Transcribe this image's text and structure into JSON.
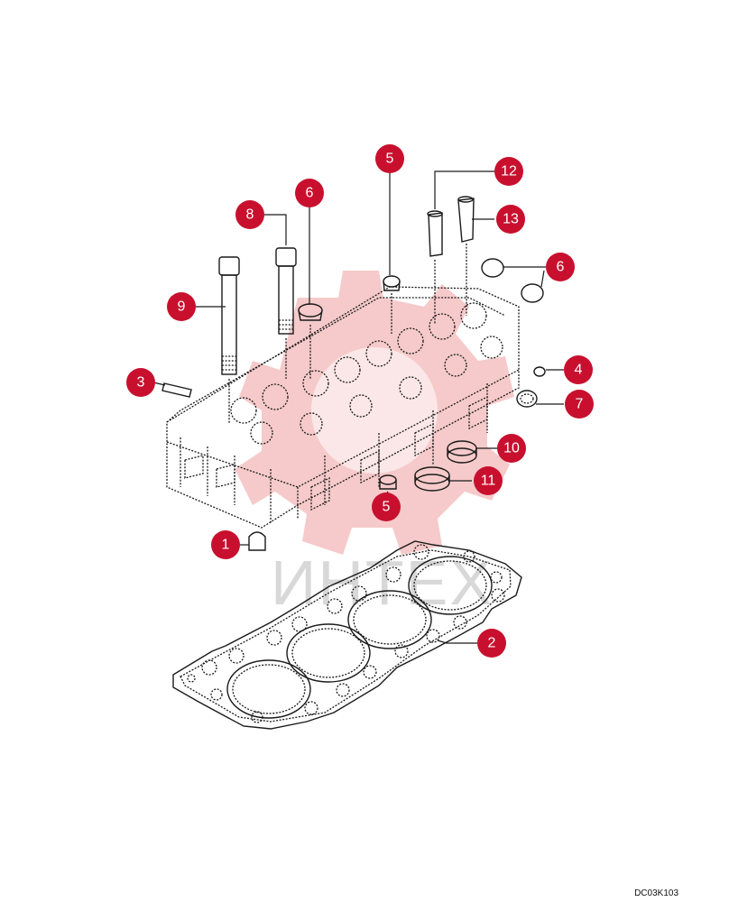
{
  "diagram_code": "DC03K103",
  "watermark_text": "ИНТЕХ",
  "colors": {
    "callout": "#c8102e",
    "callout_text": "#ffffff",
    "watermark": "#f3b8b8",
    "line": "#1a1a1a"
  },
  "callouts": [
    {
      "id": "c5-top",
      "label": "5"
    },
    {
      "id": "c12",
      "label": "12"
    },
    {
      "id": "c6-left",
      "label": "6"
    },
    {
      "id": "c8",
      "label": "8"
    },
    {
      "id": "c13",
      "label": "13"
    },
    {
      "id": "c6-right",
      "label": "6"
    },
    {
      "id": "c9",
      "label": "9"
    },
    {
      "id": "c4",
      "label": "4"
    },
    {
      "id": "c3",
      "label": "3"
    },
    {
      "id": "c7",
      "label": "7"
    },
    {
      "id": "c10",
      "label": "10"
    },
    {
      "id": "c11",
      "label": "11"
    },
    {
      "id": "c5-bot",
      "label": "5"
    },
    {
      "id": "c1",
      "label": "1"
    },
    {
      "id": "c2",
      "label": "2"
    }
  ]
}
